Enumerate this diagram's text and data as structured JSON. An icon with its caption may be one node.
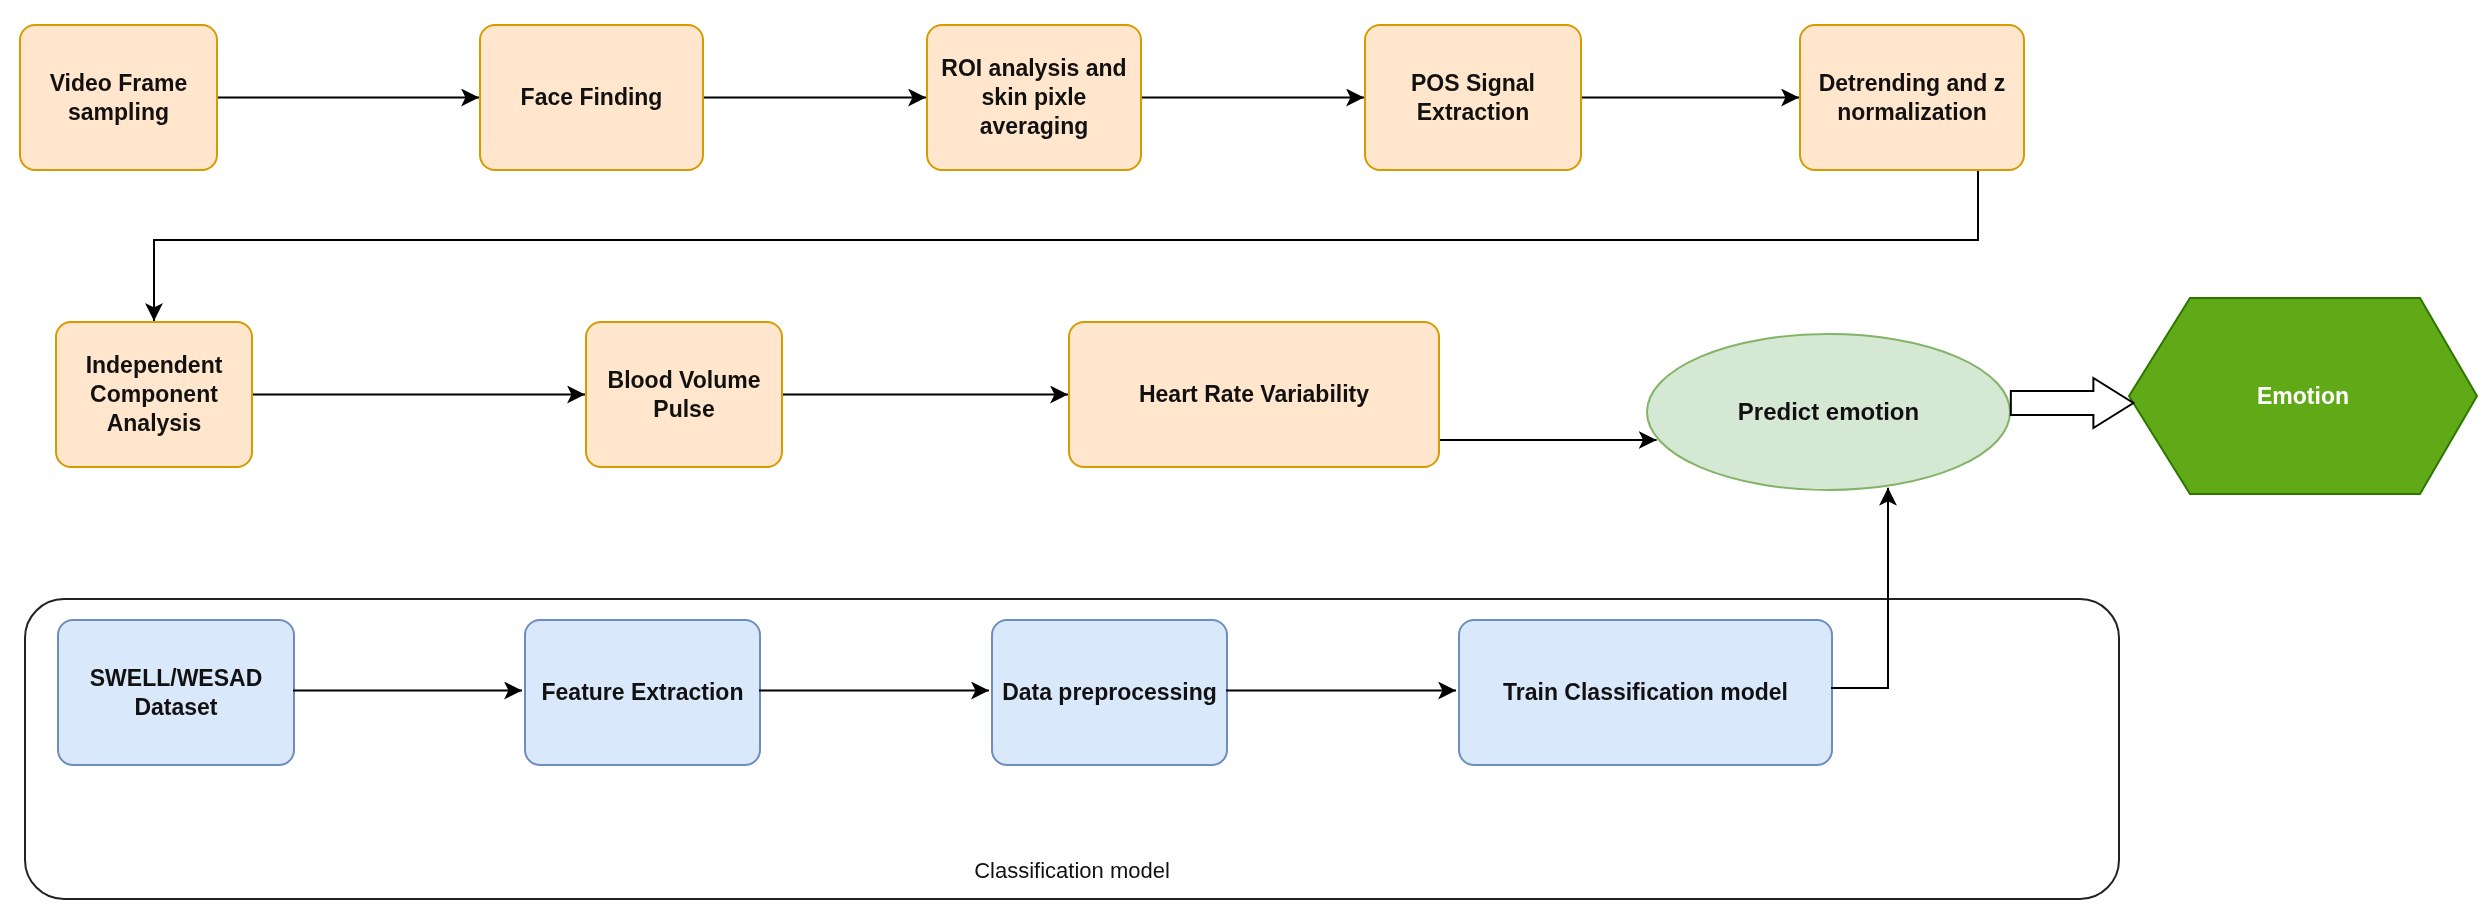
{
  "diagram": {
    "nodes": [
      {
        "text": [
          "Video Frame sampling"
        ]
      },
      {
        "text": [
          "Face Finding"
        ]
      },
      {
        "text": [
          "ROI analysis and skin pixle averaging"
        ]
      },
      {
        "text": [
          "POS Signal Extraction"
        ]
      },
      {
        "text": [
          "Detrending and z normalization"
        ]
      },
      {
        "text": [
          "Independent Component Analysis"
        ]
      },
      {
        "text": [
          "Blood Volume Pulse"
        ]
      },
      {
        "text": [
          "Heart Rate Variability"
        ]
      },
      {
        "text": [
          "Predict emotion"
        ]
      },
      {
        "text": [
          "Emotion"
        ]
      },
      {
        "text": [
          "Classification model"
        ]
      },
      {
        "text": [
          "SWELL/WESAD Dataset"
        ],
        "in": 10
      },
      {
        "text": [
          "Feature Extraction"
        ],
        "in": 10
      },
      {
        "text": [
          "Data preprocessing"
        ],
        "in": 10
      },
      {
        "text": [
          "Train Classification model"
        ],
        "in": 10
      }
    ],
    "edges": [
      {
        "from": 0,
        "to": 1,
        "arrow": "to"
      },
      {
        "from": 1,
        "to": 2,
        "arrow": "to"
      },
      {
        "from": 2,
        "to": 3,
        "arrow": "to"
      },
      {
        "from": 3,
        "to": 4,
        "arrow": "to"
      },
      {
        "from": 4,
        "to": 5,
        "arrow": "to"
      },
      {
        "from": 5,
        "to": 6,
        "arrow": "to"
      },
      {
        "from": 6,
        "to": 7,
        "arrow": "to"
      },
      {
        "from": 7,
        "to": 8,
        "arrow": "to"
      },
      {
        "from": 8,
        "to": 9,
        "arrow": "to",
        "style": "thick"
      },
      {
        "from": 11,
        "to": 12,
        "arrow": "to"
      },
      {
        "from": 12,
        "to": 13,
        "arrow": "to"
      },
      {
        "from": 13,
        "to": 14,
        "arrow": "to"
      },
      {
        "from": 14,
        "to": 8,
        "arrow": "to"
      }
    ]
  }
}
